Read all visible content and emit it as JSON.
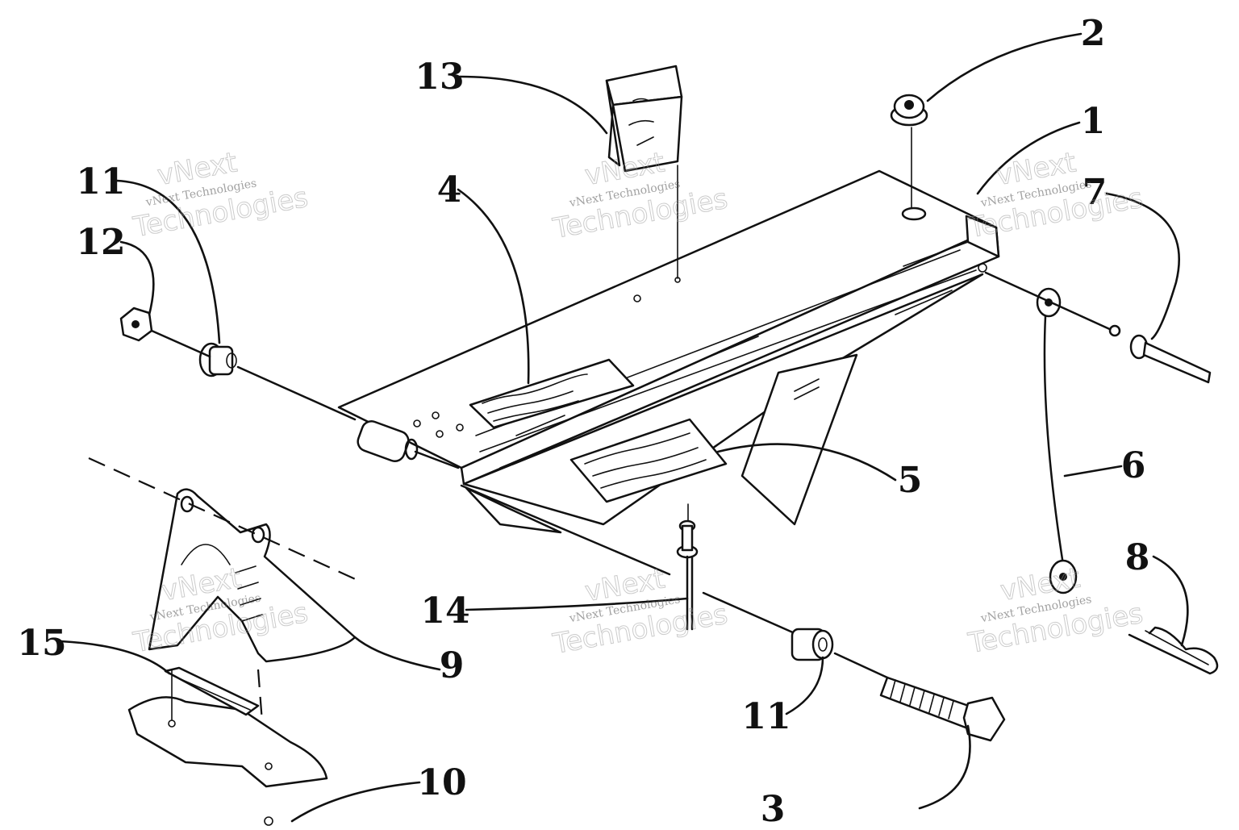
{
  "diagram": {
    "callouts": [
      "1",
      "2",
      "3",
      "4",
      "5",
      "6",
      "7",
      "8",
      "9",
      "10",
      "11",
      "12",
      "13",
      "14",
      "15"
    ],
    "callout_11_lower": "11",
    "watermark_text": "vNext Technologies",
    "watermark_word_1": "vNext",
    "watermark_word_2": "Technologies"
  }
}
